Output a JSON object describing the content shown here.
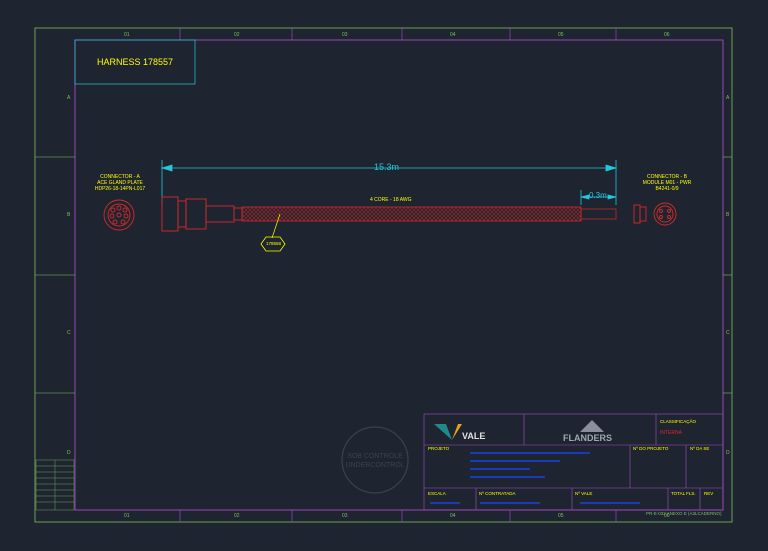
{
  "sheet": {
    "title": "HARNESS 178557",
    "column_markers": [
      "01",
      "02",
      "03",
      "04",
      "05",
      "06"
    ],
    "row_markers": [
      "A",
      "B",
      "C",
      "D"
    ]
  },
  "connector_a": {
    "line1": "CONNECTOR - A",
    "line2": "ACE GLAND PLATE",
    "line3": "HDP26-18-14PN-L017"
  },
  "connector_b": {
    "line1": "CONNECTOR - B",
    "line2": "MODULE M01 - PWR",
    "line3": "B4241-0/9"
  },
  "cable": {
    "length": "15.3m",
    "core": "4 CORE - 18 AWG",
    "tail": "0.3m",
    "tag": "178558"
  },
  "stamp": {
    "line1": "SOB CONTROLE",
    "line2": "UNDERCONTROL"
  },
  "title_block": {
    "logo_left": "VALE",
    "logo_right": "FLANDERS",
    "classificacao": "CLASSIFICAÇÃO",
    "classificacao_value": "INTERNA",
    "projeto": "PROJETO",
    "no_projeto": "Nº DO PROJETO",
    "no_de_se": "Nº DA SE",
    "escala": "ESCALA",
    "contratada": "Nº CONTRATADA",
    "no_vale": "Nº VALE",
    "total_fls": "TOTAL FLS.",
    "rev": "REV",
    "doc_code": "PR-E-032 ANEXO E (A3LCADERNO)"
  },
  "colors": {
    "background": "#1e2530",
    "frame": "#7fbf5f",
    "border": "#a64ac9",
    "yellow": "#ffff00",
    "cyan": "#26c6da",
    "red": "#d42a2a",
    "title_blue": "#1a3ab8"
  }
}
